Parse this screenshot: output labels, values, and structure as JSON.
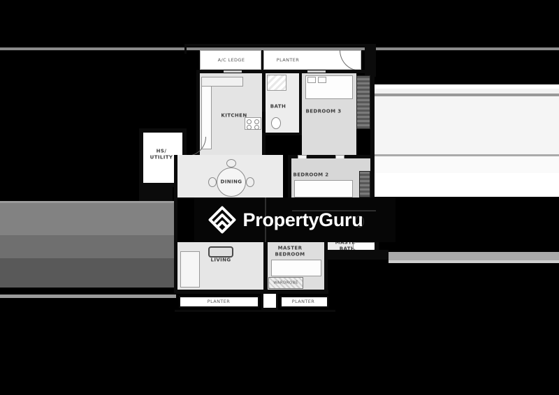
{
  "watermark": {
    "brand": "PropertyGuru",
    "icon": "propertyguru-house-icon",
    "band_color": "#060606",
    "text_color": "#ffffff"
  },
  "labels": {
    "ac_ledge": "A/C LEDGE",
    "planter_top": "PLANTER",
    "kitchen": "KITCHEN",
    "bath": "BATH",
    "bedroom_3": "BEDROOM 3",
    "bedroom_2": "BEDROOM 2",
    "hs_utility_line1": "HS/",
    "hs_utility_line2": "UTILITY",
    "dining": "DINING",
    "living": "LIVING",
    "master_bedroom_line1": "MASTER",
    "master_bedroom_line2": "BEDROOM",
    "master_bath_line1": "MASTER",
    "master_bath_line2": "BATH",
    "wardrobe": "WARDROBE",
    "planter_bottom_left": "PLANTER",
    "planter_bottom_right": "PLANTER"
  },
  "colors": {
    "background": "#000000",
    "wall": "#0b0b0b",
    "room_fill": "#e7e7e7",
    "label_text": "#3c3c3c",
    "smear_gray": "#8a8a8a"
  }
}
